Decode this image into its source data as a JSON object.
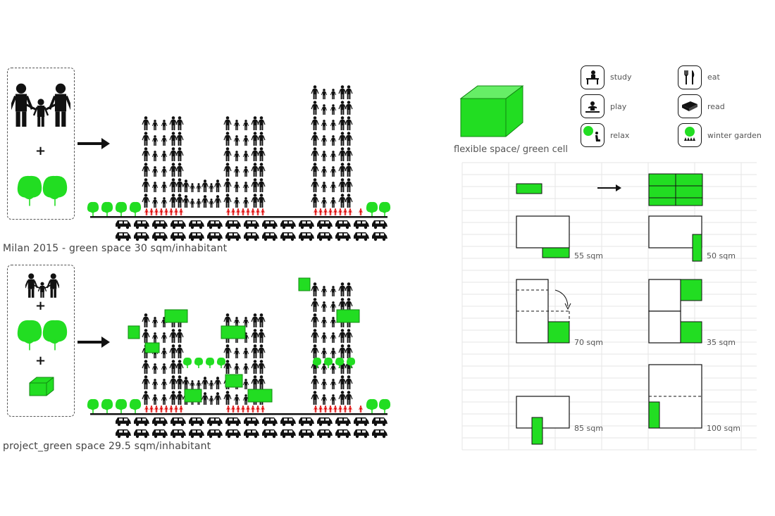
{
  "colors": {
    "green": "#22dd22",
    "green_light": "#66ee66",
    "black": "#111111",
    "red": "#e01010",
    "grid": "#e6e6e6"
  },
  "scenario_top": {
    "caption": "Milan 2015 - green space 30 sqm/inhabitant",
    "legend_plus": "+"
  },
  "scenario_bottom": {
    "caption": "project_green space  29.5 sqm/inhabitant",
    "legend_plus_1": "+",
    "legend_plus_2": "+"
  },
  "flexible_cell": {
    "label": "flexible space/ green cell"
  },
  "activities": [
    {
      "label": "study",
      "icon": "study-desk-icon"
    },
    {
      "label": "eat",
      "icon": "fork-knife-icon"
    },
    {
      "label": "play",
      "icon": "play-child-icon"
    },
    {
      "label": "read",
      "icon": "book-icon"
    },
    {
      "label": "relax",
      "icon": "relax-tree-icon"
    },
    {
      "label": "winter garden",
      "icon": "winter-garden-icon"
    }
  ],
  "configurations": [
    {
      "area": "55 sqm"
    },
    {
      "area": "50 sqm"
    },
    {
      "area": "70 sqm"
    },
    {
      "area": "35 sqm"
    },
    {
      "area": "85 sqm"
    },
    {
      "area": "100 sqm"
    }
  ]
}
